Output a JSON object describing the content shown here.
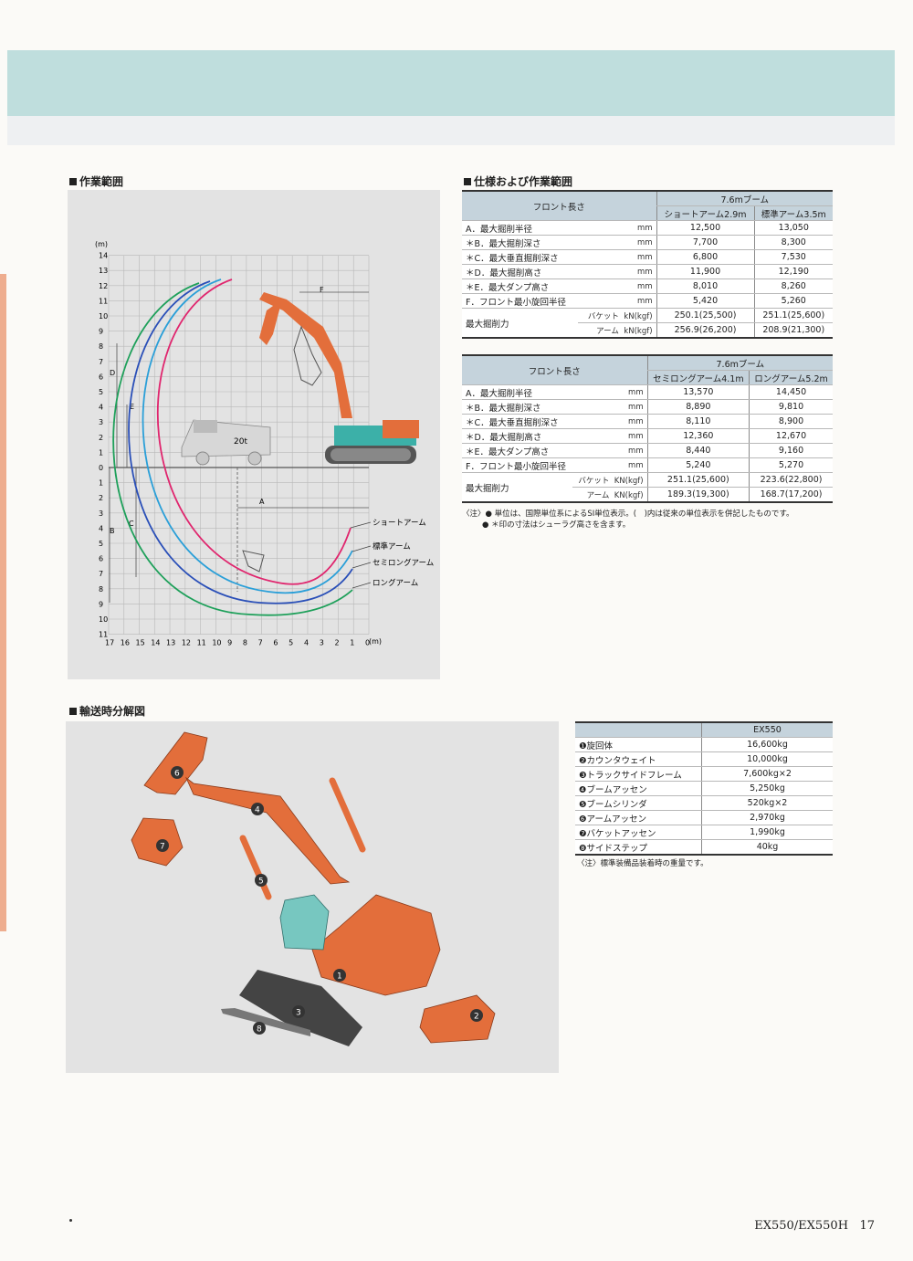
{
  "working_range": {
    "title": "作業範囲",
    "unit_label": "(m)",
    "y_ticks_upper": [
      "14",
      "13",
      "12",
      "11",
      "10",
      "9",
      "8",
      "7",
      "6",
      "5",
      "4",
      "3",
      "2",
      "1",
      "0"
    ],
    "y_ticks_lower": [
      "1",
      "2",
      "3",
      "4",
      "5",
      "6",
      "7",
      "8",
      "9",
      "10",
      "11"
    ],
    "x_ticks": [
      "17",
      "16",
      "15",
      "14",
      "13",
      "12",
      "11",
      "10",
      "9",
      "8",
      "7",
      "6",
      "5",
      "4",
      "3",
      "2",
      "1",
      "0"
    ],
    "dim_labels": {
      "A": "A",
      "B": "B",
      "C": "C",
      "D": "D",
      "E": "E",
      "F": "F"
    },
    "truck_label": "20t",
    "legend": [
      {
        "name": "ショートアーム",
        "color": "#e0266e"
      },
      {
        "name": "標準アーム",
        "color": "#2a9fd8"
      },
      {
        "name": "セミロングアーム",
        "color": "#2a4fb8"
      },
      {
        "name": "ロングアーム",
        "color": "#1ea05a"
      }
    ]
  },
  "spec": {
    "title": "仕様および作業範囲",
    "table1": {
      "front_label": "フロント長さ",
      "boom": "7.6mブーム",
      "columns": [
        "ショートアーム2.9m",
        "標準アーム3.5m"
      ],
      "rows": [
        {
          "label": "A．最大掘削半径",
          "unit": "mm",
          "v": [
            "12,500",
            "13,050"
          ]
        },
        {
          "label": "＊B．最大掘削深さ",
          "unit": "mm",
          "v": [
            "7,700",
            "8,300"
          ]
        },
        {
          "label": "＊C．最大垂直掘削深さ",
          "unit": "mm",
          "v": [
            "6,800",
            "7,530"
          ]
        },
        {
          "label": "＊D．最大掘削高さ",
          "unit": "mm",
          "v": [
            "11,900",
            "12,190"
          ]
        },
        {
          "label": "＊E．最大ダンプ高さ",
          "unit": "mm",
          "v": [
            "8,010",
            "8,260"
          ]
        },
        {
          "label": "F．フロント最小旋回半径",
          "unit": "mm",
          "v": [
            "5,420",
            "5,260"
          ]
        }
      ],
      "force_label": "最大掘削力",
      "force_rows": [
        {
          "label": "バケット",
          "unit": "kN(kgf)",
          "v": [
            "250.1(25,500)",
            "251.1(25,600)"
          ]
        },
        {
          "label": "アーム",
          "unit": "kN(kgf)",
          "v": [
            "256.9(26,200)",
            "208.9(21,300)"
          ]
        }
      ]
    },
    "table2": {
      "front_label": "フロント長さ",
      "boom": "7.6mブーム",
      "columns": [
        "セミロングアーム4.1m",
        "ロングアーム5.2m"
      ],
      "rows": [
        {
          "label": "A．最大掘削半径",
          "unit": "mm",
          "v": [
            "13,570",
            "14,450"
          ]
        },
        {
          "label": "＊B．最大掘削深さ",
          "unit": "mm",
          "v": [
            "8,890",
            "9,810"
          ]
        },
        {
          "label": "＊C．最大垂直掘削深さ",
          "unit": "mm",
          "v": [
            "8,110",
            "8,900"
          ]
        },
        {
          "label": "＊D．最大掘削高さ",
          "unit": "mm",
          "v": [
            "12,360",
            "12,670"
          ]
        },
        {
          "label": "＊E．最大ダンプ高さ",
          "unit": "mm",
          "v": [
            "8,440",
            "9,160"
          ]
        },
        {
          "label": "F．フロント最小旋回半径",
          "unit": "mm",
          "v": [
            "5,240",
            "5,270"
          ]
        }
      ],
      "force_label": "最大掘削力",
      "force_rows": [
        {
          "label": "バケット",
          "unit": "KN(kgf)",
          "v": [
            "251.1(25,600)",
            "223.6(22,800)"
          ]
        },
        {
          "label": "アーム",
          "unit": "KN(kgf)",
          "v": [
            "189.3(19,300)",
            "168.7(17,200)"
          ]
        }
      ]
    },
    "notes": [
      "〈注〉● 単位は、国際単位系によるSI単位表示。(　)内は従来の単位表示を併記したものです。",
      "● ＊印の寸法はシューラグ高さを含ます。"
    ]
  },
  "transport": {
    "title": "輸送時分解図",
    "column_header": "EX550",
    "parts": [
      {
        "no": "❶",
        "name": "旋回体",
        "weight": "16,600kg"
      },
      {
        "no": "❷",
        "name": "カウンタウェイト",
        "weight": "10,000kg"
      },
      {
        "no": "❸",
        "name": "トラックサイドフレーム",
        "weight": "7,600kg×2"
      },
      {
        "no": "❹",
        "name": "ブームアッセン",
        "weight": "5,250kg"
      },
      {
        "no": "❺",
        "name": "ブームシリンダ",
        "weight": "520kg×2"
      },
      {
        "no": "❻",
        "name": "アームアッセン",
        "weight": "2,970kg"
      },
      {
        "no": "❼",
        "name": "バケットアッセン",
        "weight": "1,990kg"
      },
      {
        "no": "❽",
        "name": "サイドステップ",
        "weight": "40kg"
      }
    ],
    "note": "〈注〉標準装備品装着時の重量です。",
    "diagram_numbers": [
      "1",
      "2",
      "3",
      "4",
      "5",
      "6",
      "7",
      "8"
    ]
  },
  "footer": {
    "model": "EX550/EX550H",
    "page": "17"
  }
}
